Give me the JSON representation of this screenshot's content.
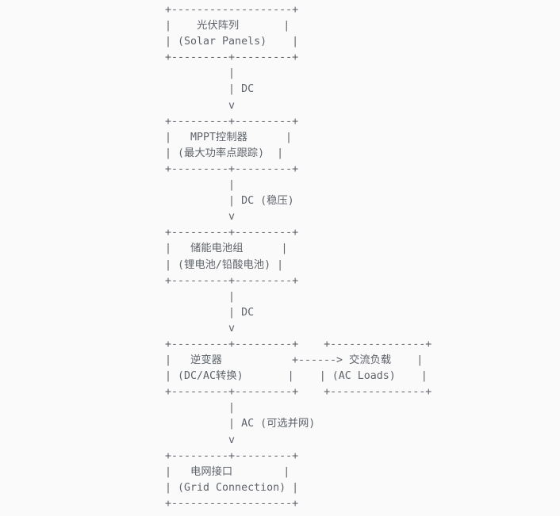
{
  "diagram": {
    "background": "#fafafa",
    "text_color": "#5f646b",
    "lines": [
      "+-------------------+",
      "|    光伏阵列       |",
      "| (Solar Panels)    |",
      "+---------+---------+",
      "          |",
      "          | DC",
      "          v",
      "+---------+---------+",
      "|   MPPT控制器      |",
      "| (最大功率点跟踪)  |",
      "+---------+---------+",
      "          |",
      "          | DC (稳压)",
      "          v",
      "+---------+---------+",
      "|   储能电池组      |",
      "| (锂电池/铅酸电池) |",
      "+---------+---------+",
      "          |",
      "          | DC",
      "          v",
      "+---------+---------+    +---------------+",
      "|   逆变器           +------> 交流负载    |",
      "| (DC/AC转换)       |    | (AC Loads)    |",
      "+---------+---------+    +---------------+",
      "          |",
      "          | AC (可选并网)",
      "          v",
      "+---------+---------+",
      "|   电网接口        |",
      "| (Grid Connection) |",
      "+-------------------+"
    ],
    "nodes": [
      {
        "label": "光伏阵列",
        "sublabel": "(Solar Panels)"
      },
      {
        "label": "MPPT控制器",
        "sublabel": "(最大功率点跟踪)"
      },
      {
        "label": "储能电池组",
        "sublabel": "(锂电池/铅酸电池)"
      },
      {
        "label": "逆变器",
        "sublabel": "(DC/AC转换)"
      },
      {
        "label": "交流负载",
        "sublabel": "(AC Loads)"
      },
      {
        "label": "电网接口",
        "sublabel": "(Grid Connection)"
      }
    ],
    "edges": [
      {
        "from": "光伏阵列",
        "to": "MPPT控制器",
        "label": "DC"
      },
      {
        "from": "MPPT控制器",
        "to": "储能电池组",
        "label": "DC (稳压)"
      },
      {
        "from": "储能电池组",
        "to": "逆变器",
        "label": "DC"
      },
      {
        "from": "逆变器",
        "to": "交流负载",
        "label": ""
      },
      {
        "from": "逆变器",
        "to": "电网接口",
        "label": "AC (可选并网)"
      }
    ]
  }
}
